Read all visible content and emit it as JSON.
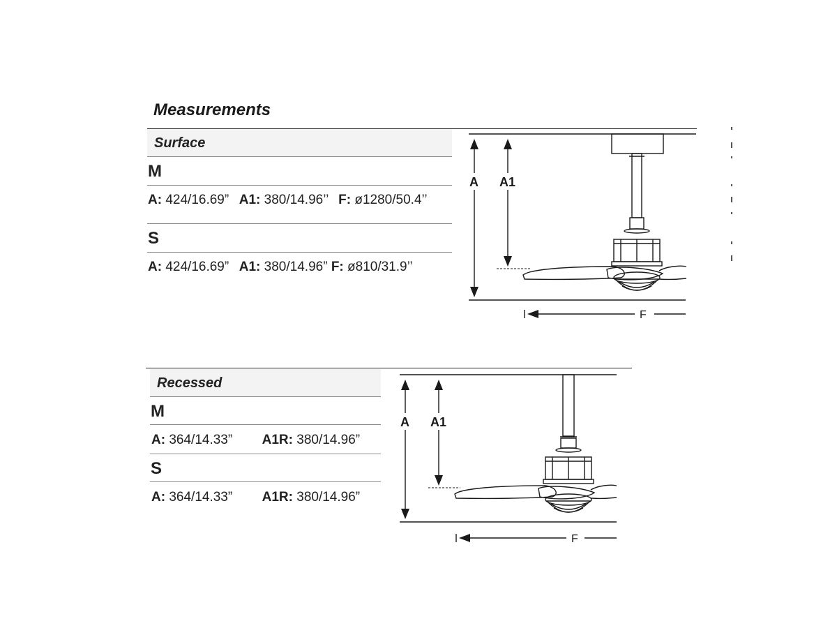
{
  "title": "Measurements",
  "surface": {
    "label": "Surface",
    "sizes": [
      {
        "name": "M",
        "specs": [
          {
            "key": "A:",
            "value": "424/16.69”"
          },
          {
            "key": "A1:",
            "value": "380/14.96’’"
          },
          {
            "key": "F:",
            "value": "ø1280/50.4’’"
          }
        ]
      },
      {
        "name": "S",
        "specs": [
          {
            "key": "A:",
            "value": "424/16.69”"
          },
          {
            "key": "A1:",
            "value": "380/14.96”"
          },
          {
            "key": "F:",
            "value": "ø810/31.9’’"
          }
        ]
      }
    ],
    "diagram": {
      "label_a": "A",
      "label_a1": "A1",
      "label_f": "F"
    }
  },
  "recessed": {
    "label": "Recessed",
    "sizes": [
      {
        "name": "M",
        "specs": [
          {
            "key": "A:",
            "value": "364/14.33”"
          },
          {
            "key": "A1R:",
            "value": "380/14.96”"
          }
        ]
      },
      {
        "name": "S",
        "specs": [
          {
            "key": "A:",
            "value": "364/14.33”"
          },
          {
            "key": "A1R:",
            "value": "380/14.96”"
          }
        ]
      }
    ],
    "diagram": {
      "label_a": "A",
      "label_a1": "A1",
      "label_f": "F"
    }
  }
}
